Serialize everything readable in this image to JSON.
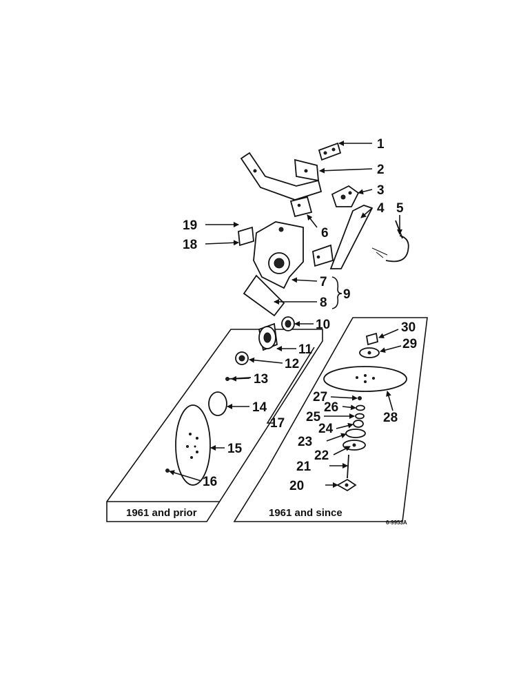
{
  "callouts": [
    "1",
    "2",
    "3",
    "4",
    "5",
    "6",
    "7",
    "8",
    "9",
    "10",
    "11",
    "12",
    "13",
    "14",
    "15",
    "16",
    "17",
    "18",
    "19",
    "20",
    "21",
    "22",
    "23",
    "24",
    "25",
    "26",
    "27",
    "28",
    "29",
    "30"
  ],
  "panels": {
    "left_label": "1961 and prior",
    "right_label": "1961 and since"
  },
  "drawing_code": "6-9953A"
}
